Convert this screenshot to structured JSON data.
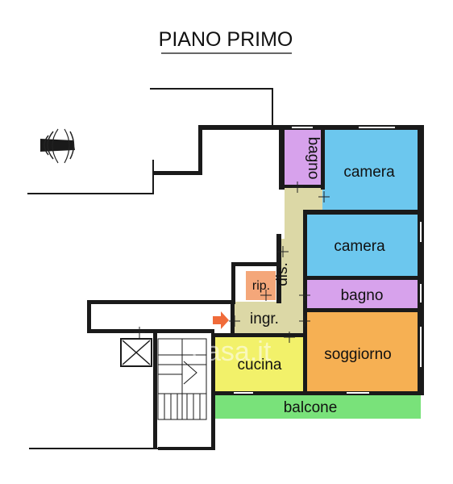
{
  "title": "PIANO PRIMO",
  "watermark": "casa.it",
  "rooms": {
    "bagno_top": "bagno",
    "camera_top": "camera",
    "camera_mid": "camera",
    "bagno_mid": "bagno",
    "dis": "dis.",
    "rip": "rip.",
    "ingr": "ingr.",
    "soggiorno": "soggiorno",
    "cucina": "cucina",
    "balcone": "balcone"
  },
  "colors": {
    "camera": "#6cc7ee",
    "bagno": "#d7a2ec",
    "soggiorno": "#f6b053",
    "cucina": "#f2f16a",
    "balcone": "#79e27a",
    "disimpegno": "#dcd8a6",
    "ripostiglio": "#f4a77a",
    "entrance_arrow": "#f06b3a"
  },
  "icons": [
    "compass-icon",
    "entrance-arrow-icon"
  ]
}
